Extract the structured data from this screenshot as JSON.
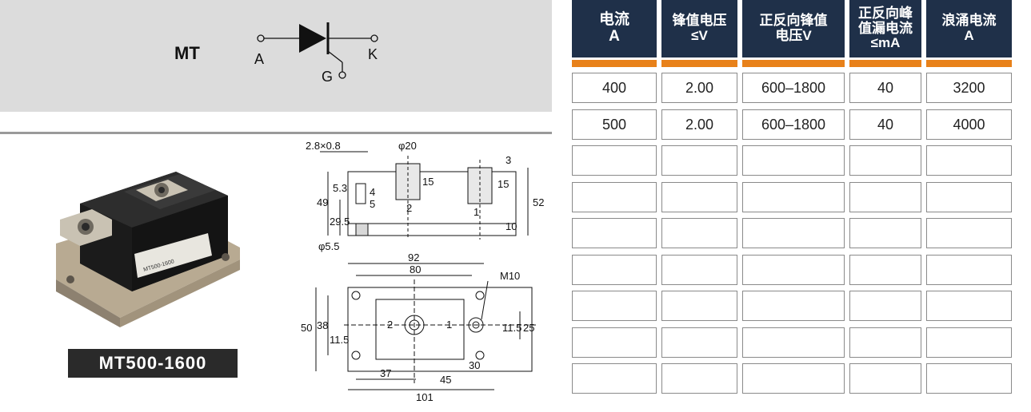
{
  "symbol": {
    "model_code": "MT",
    "terminal_a": "A",
    "terminal_k": "K",
    "terminal_g": "G"
  },
  "product": {
    "model_label": "MT500-1600",
    "printed_text": "MT500-1600"
  },
  "drawing": {
    "dims": [
      "2.8×0.8",
      "φ20",
      "3",
      "5.3",
      "15",
      "15",
      "4",
      "5",
      "2",
      "1",
      "49",
      "52",
      "29.5",
      "10",
      "φ5.5",
      "92",
      "80",
      "M10",
      "50",
      "38",
      "11.5",
      "2",
      "1",
      "11.5",
      "25",
      "37",
      "45",
      "30",
      "101"
    ]
  },
  "table": {
    "headers": [
      {
        "lines": [
          "电流",
          "A"
        ]
      },
      {
        "lines": [
          "锋值电压",
          "≤V"
        ]
      },
      {
        "lines": [
          "正反向锋值",
          "电压V"
        ]
      },
      {
        "lines": [
          "正反向峰",
          "值漏电流",
          "≤mA"
        ]
      },
      {
        "lines": [
          "浪涌电流",
          "A"
        ]
      }
    ],
    "rows": [
      [
        "400",
        "2.00",
        "600–1800",
        "40",
        "3200"
      ],
      [
        "500",
        "2.00",
        "600–1800",
        "40",
        "4000"
      ],
      [
        "",
        "",
        "",
        "",
        ""
      ],
      [
        "",
        "",
        "",
        "",
        ""
      ],
      [
        "",
        "",
        "",
        "",
        ""
      ],
      [
        "",
        "",
        "",
        "",
        ""
      ],
      [
        "",
        "",
        "",
        "",
        ""
      ],
      [
        "",
        "",
        "",
        "",
        ""
      ],
      [
        "",
        "",
        "",
        "",
        ""
      ]
    ]
  },
  "colors": {
    "header_bg": "#1f3049",
    "accent_orange": "#e8811a",
    "panel_gray": "#dcdcdc"
  }
}
